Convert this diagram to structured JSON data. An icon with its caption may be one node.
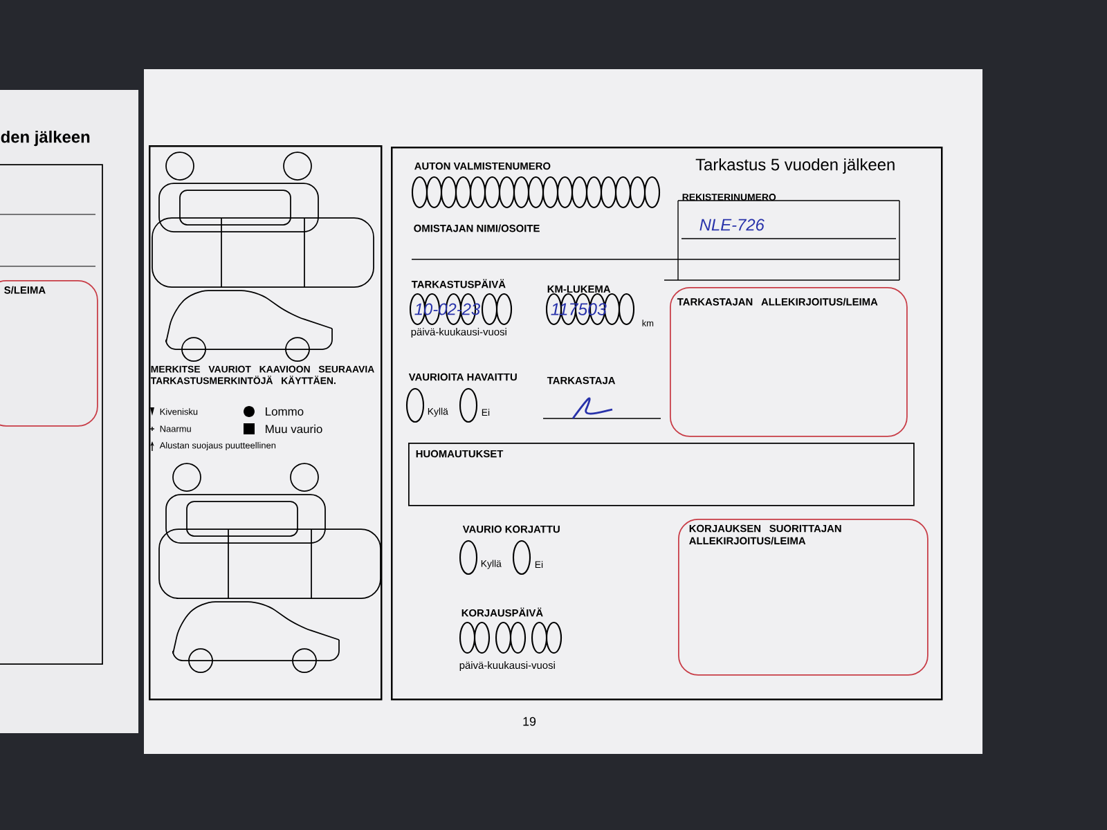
{
  "diagram": {
    "title": "Tarkastus 5 vuoden jälkeen",
    "nodes": [
      {
        "text": [],
        "shape": "box"
      },
      {
        "text": [
          "TARKASTAJAN ALLEKIRJOITUS/LEIMA"
        ],
        "in": 0
      },
      {
        "text": [
          "HUOMAUTUKSET"
        ],
        "in": 0
      },
      {
        "text": [
          "KORJAUKSEN SUORITTAJAN ALLEKIRJOITUS/LEIMA"
        ],
        "in": 0
      },
      {
        "text": [
          "MERKITSE VAURIOT KAAVIOON SEURAAVIA TARKASTUSMERKINTÖJÄ KÄYTTÄEN."
        ]
      },
      {
        "text": [
          "S/LEIMA"
        ]
      }
    ],
    "labels": [
      "den jälkeen",
      "AUTON VALMISTENUMERO",
      "REKISTERINUMERO",
      "NLE-726",
      "OMISTAJAN NIMI/OSOITE",
      "TARKASTUSPÄIVÄ",
      "10-02-23",
      "päivä-kuukausi-vuosi",
      "KM-LUKEMA",
      "117503",
      "km",
      "VAURIOITA HAVAITTU",
      "Kyllä",
      "Ei",
      "TARKASTAJA",
      "VAURIO KORJATTU",
      "Kyllä",
      "Ei",
      "KORJAUSPÄIVÄ",
      "päivä-kuukausi-vuosi",
      "19"
    ],
    "legend": [
      {
        "text": "Kivenisku"
      },
      {
        "text": "Naarmu"
      },
      {
        "text": "Alustan suojaus puutteellinen"
      },
      {
        "text": "Lommo"
      },
      {
        "text": "Muu vaurio"
      }
    ]
  }
}
